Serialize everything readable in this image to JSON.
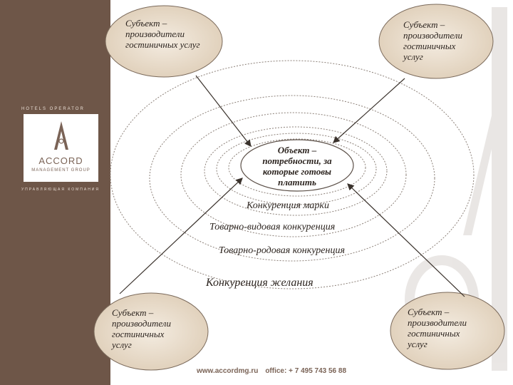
{
  "logo": {
    "top_text": "HOTELS OPERATOR",
    "name": "ACCORD",
    "group": "MANAGEMENT GROUP",
    "bottom_text": "УПРАВЛЯЮЩАЯ КОМПАНИЯ"
  },
  "nodes": {
    "top_left": [
      "Субъект –",
      "производители",
      "гостиничных услуг"
    ],
    "top_right": [
      "Субъект –",
      "производители",
      "гостиничных",
      "услуг"
    ],
    "bottom_left": [
      "Субъект –",
      "производители",
      "гостиничных",
      "услуг"
    ],
    "bottom_right": [
      "Субъект –",
      "производители",
      "гостиничных",
      "услуг"
    ]
  },
  "center": [
    "Объект –",
    "потребности, за",
    "которые готовы",
    "платить"
  ],
  "rings": {
    "brand": "Конкуренция марки",
    "product_type": "Товарно-видовая конкуренция",
    "product_class": "Товарно-родовая конкуренция",
    "desire": "Конкуренция желания"
  },
  "footer": {
    "website": "www.accordmg.ru",
    "office": "office: + 7 495 743 56 88"
  },
  "colors": {
    "sidebar": "#6e5648",
    "ellipse_fill": "#e9dcc9",
    "ellipse_stroke": "#7b6a5b",
    "line": "#5c5048",
    "accent_text": "#7a6356"
  }
}
